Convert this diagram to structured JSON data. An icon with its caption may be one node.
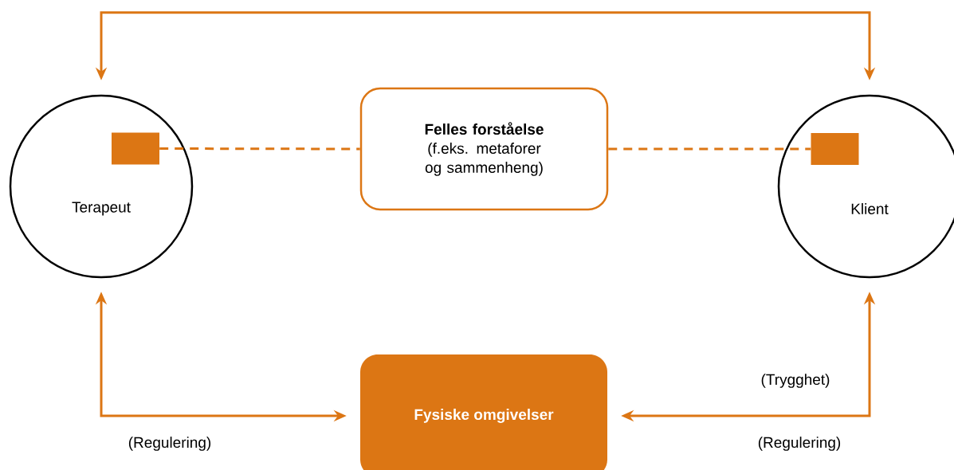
{
  "diagram": {
    "nodes": [
      {
        "text": [
          "Terapeut"
        ]
      },
      {
        "text": [],
        "shape": "box",
        "in": 0
      },
      {
        "text": [
          "Felles forståelse",
          "(f.eks. metaforer og sammenheng)"
        ]
      },
      {
        "text": [
          "Klient"
        ]
      },
      {
        "text": [],
        "shape": "box",
        "in": 3
      },
      {
        "text": [
          "Fysiske omgivelser"
        ]
      }
    ],
    "edges": [
      {
        "from": 0,
        "to": 3,
        "arrow": "both"
      },
      {
        "from": 1,
        "to": 2,
        "arrow": "none",
        "style": "dashed"
      },
      {
        "from": 2,
        "to": 4,
        "arrow": "none",
        "style": "dashed"
      },
      {
        "from": 0,
        "to": 5,
        "arrow": "both",
        "label": "(Regulering)"
      },
      {
        "from": 3,
        "to": 5,
        "arrow": "both",
        "label": "(Regulering)"
      }
    ],
    "labels": [
      "(Trygghet)"
    ]
  }
}
